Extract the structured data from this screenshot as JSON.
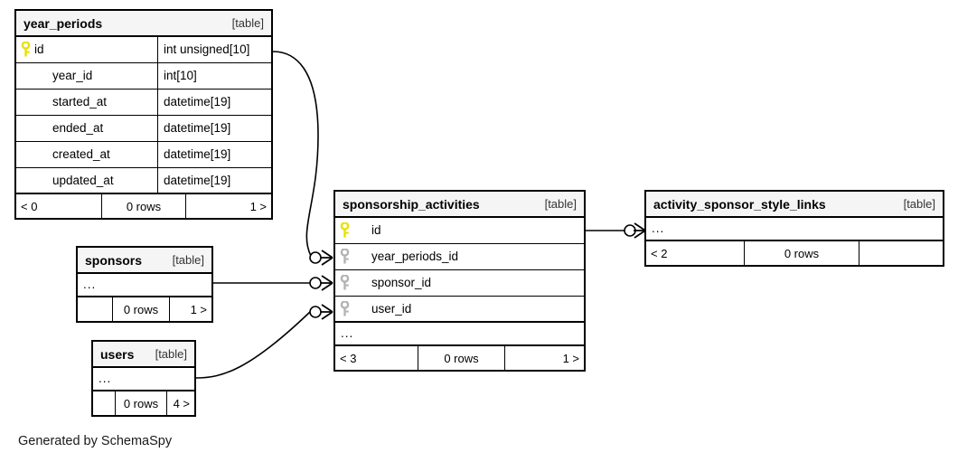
{
  "diagram": {
    "caption": "Generated by SchemaSpy",
    "table_tag": "[table]",
    "ellipsis": "...",
    "colors": {
      "primary_key": "#e8e100",
      "foreign_key": "#b3b3b3",
      "border": "#000000",
      "header_bg": "#f5f5f5",
      "background": "#ffffff"
    }
  },
  "tables": [
    {
      "id": "year_periods",
      "name": "year_periods",
      "tag": "[table]",
      "columns": [
        {
          "key": "primary-key-icon",
          "name": "id",
          "type": "int unsigned[10]"
        },
        {
          "key": "none",
          "name": "year_id",
          "type": "int[10]"
        },
        {
          "key": "none",
          "name": "started_at",
          "type": "datetime[19]"
        },
        {
          "key": "none",
          "name": "ended_at",
          "type": "datetime[19]"
        },
        {
          "key": "none",
          "name": "created_at",
          "type": "datetime[19]"
        },
        {
          "key": "none",
          "name": "updated_at",
          "type": "datetime[19]"
        }
      ],
      "has_ellipsis_row": false,
      "footer": {
        "left": "< 0",
        "middle": "0 rows",
        "right": "1 >"
      }
    },
    {
      "id": "sponsorship_activities",
      "name": "sponsorship_activities",
      "tag": "[table]",
      "columns": [
        {
          "key": "primary-key-icon",
          "name": "id",
          "type": ""
        },
        {
          "key": "foreign-key-icon",
          "name": "year_periods_id",
          "type": ""
        },
        {
          "key": "foreign-key-icon",
          "name": "sponsor_id",
          "type": ""
        },
        {
          "key": "foreign-key-icon",
          "name": "user_id",
          "type": ""
        }
      ],
      "has_ellipsis_row": true,
      "footer": {
        "left": "< 3",
        "middle": "0 rows",
        "right": "1 >"
      }
    },
    {
      "id": "activity_sponsor_style_links",
      "name": "activity_sponsor_style_links",
      "tag": "[table]",
      "columns": [],
      "has_ellipsis_row": true,
      "footer": {
        "left": "< 2",
        "middle": "0 rows",
        "right": ""
      }
    },
    {
      "id": "sponsors",
      "name": "sponsors",
      "tag": "[table]",
      "columns": [],
      "has_ellipsis_row": true,
      "footer": {
        "left": "",
        "middle": "0 rows",
        "right": "1 >"
      }
    },
    {
      "id": "users",
      "name": "users",
      "tag": "[table]",
      "columns": [],
      "has_ellipsis_row": true,
      "footer": {
        "left": "",
        "middle": "0 rows",
        "right": "4 >"
      }
    }
  ],
  "relationships": [
    {
      "from": "year_periods.id",
      "to": "sponsorship_activities.year_periods_id",
      "cardinality": "zero-or-many"
    },
    {
      "from": "sponsors",
      "to": "sponsorship_activities.sponsor_id",
      "cardinality": "zero-or-many"
    },
    {
      "from": "users",
      "to": "sponsorship_activities.user_id",
      "cardinality": "zero-or-many"
    },
    {
      "from": "sponsorship_activities.id",
      "to": "activity_sponsor_style_links",
      "cardinality": "zero-or-many"
    }
  ]
}
